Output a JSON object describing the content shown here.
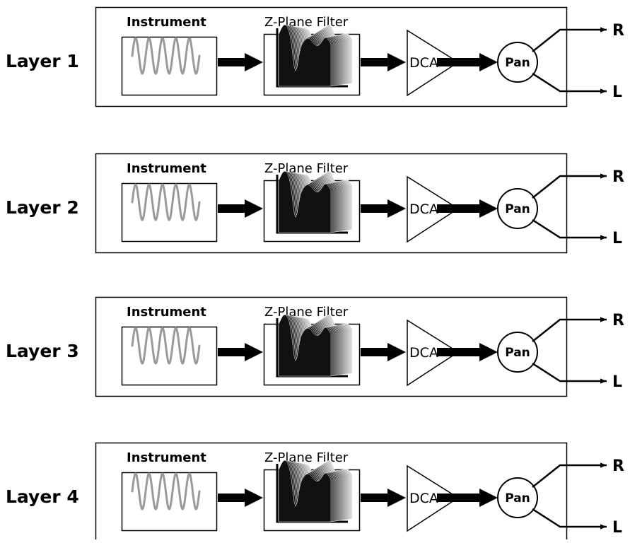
{
  "layers": [
    {
      "label": "Layer 1",
      "instrument": "Instrument",
      "filter": "Z-Plane Filter",
      "amp": "DCA",
      "pan": "Pan",
      "out_right": "R",
      "out_left": "L"
    },
    {
      "label": "Layer 2",
      "instrument": "Instrument",
      "filter": "Z-Plane Filter",
      "amp": "DCA",
      "pan": "Pan",
      "out_right": "R",
      "out_left": "L"
    },
    {
      "label": "Layer 3",
      "instrument": "Instrument",
      "filter": "Z-Plane Filter",
      "amp": "DCA",
      "pan": "Pan",
      "out_right": "R",
      "out_left": "L"
    },
    {
      "label": "Layer 4",
      "instrument": "Instrument",
      "filter": "Z-Plane Filter",
      "amp": "DCA",
      "pan": "Pan",
      "out_right": "R",
      "out_left": "L"
    }
  ],
  "colors": {
    "waveform": "#9a9a9a",
    "filter_dark": "#111111",
    "filter_light": "#cfcfcf",
    "stroke": "#000000"
  },
  "icons": {
    "instrument": "sine-wave-icon",
    "filter": "z-plane-surface-icon",
    "amp": "triangle-amplifier-icon",
    "pan": "circle-pan-icon"
  }
}
